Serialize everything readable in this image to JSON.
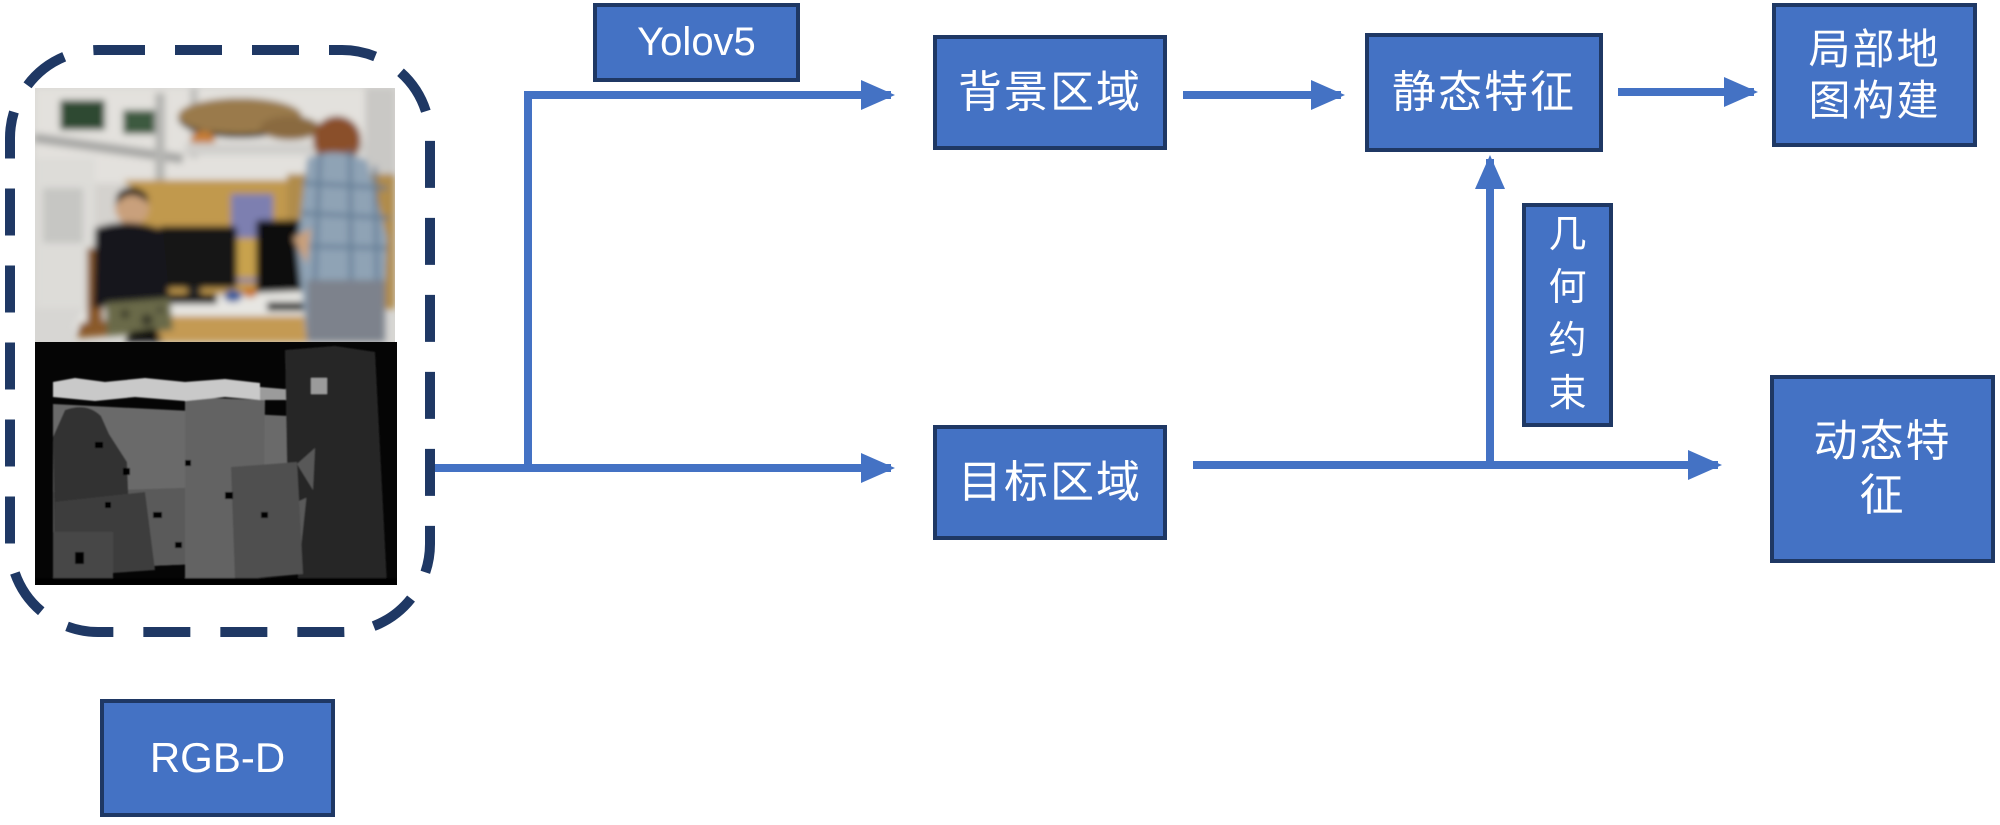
{
  "diagram": {
    "title_hint": "RGB-D dynamic SLAM feature pipeline flowchart",
    "colors": {
      "node_fill": "#4472C4",
      "node_border": "#1F3864",
      "connector": "#4472C4",
      "dashed_border": "#1F3864",
      "text": "#FFFFFF"
    },
    "nodes": {
      "rgbd_input": {
        "label": "RGB-D"
      },
      "yolov5": {
        "label": "Yolov5"
      },
      "background_region": {
        "label": "背景区域"
      },
      "static_features": {
        "label": "静态特征"
      },
      "local_map": {
        "lines": [
          "局部地",
          "图构建"
        ]
      },
      "target_region": {
        "label": "目标区域"
      },
      "geometric_constraint": {
        "lines": [
          "几",
          "何",
          "约",
          "束"
        ]
      },
      "dynamic_features": {
        "lines": [
          "动态特",
          "征"
        ]
      }
    },
    "images": {
      "rgb": "blurred office scene photo (two people at desks with monitors)",
      "depth": "grayscale depth map of the same scene on black background"
    },
    "edges": [
      {
        "from": "rgbd_input",
        "to": "target_region"
      },
      {
        "from": "rgbd_input",
        "to": "background_region",
        "label_above": "Yolov5"
      },
      {
        "from": "background_region",
        "to": "static_features"
      },
      {
        "from": "static_features",
        "to": "local_map"
      },
      {
        "from": "target_region",
        "to": "dynamic_features"
      },
      {
        "from": "target_region_line",
        "to": "static_features",
        "label_beside": "几何约束"
      }
    ]
  }
}
